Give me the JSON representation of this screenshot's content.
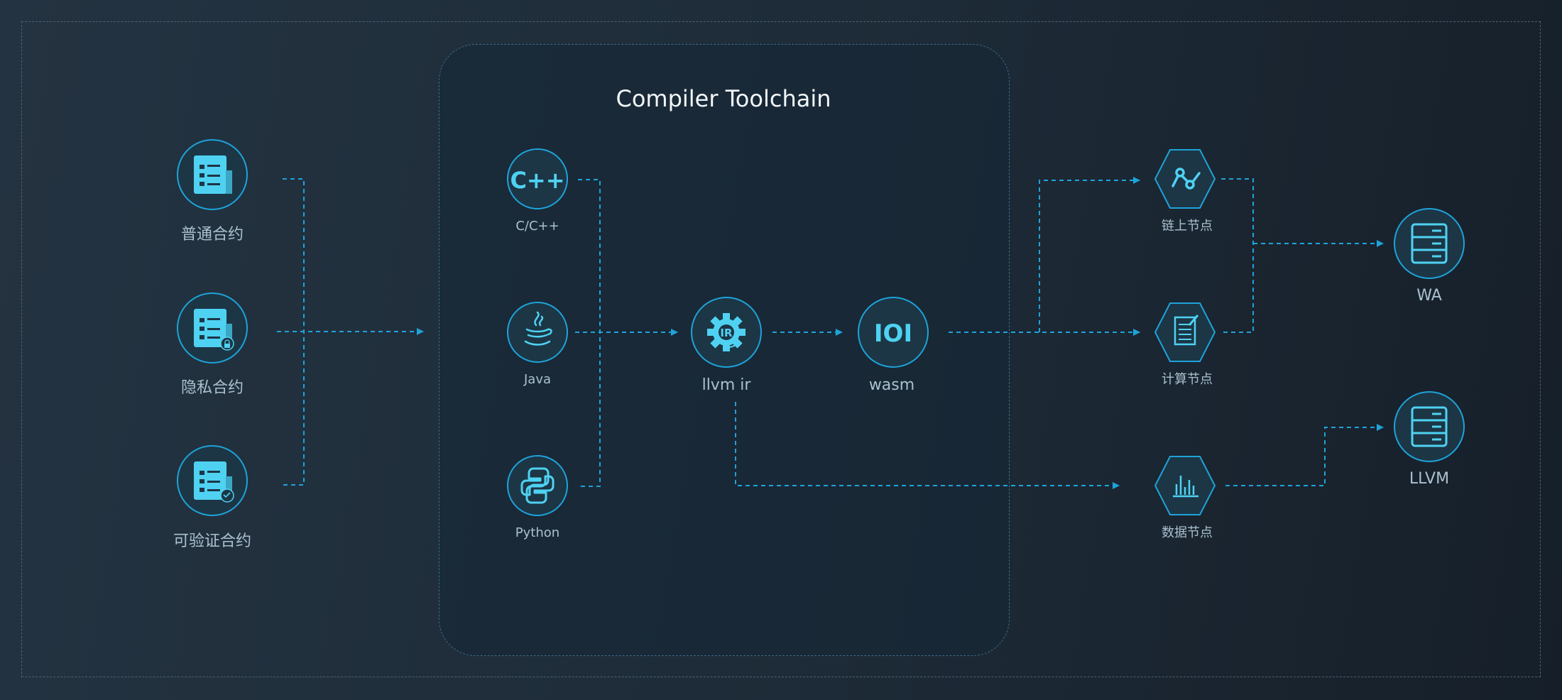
{
  "title": "Compiler Toolchain",
  "contracts": [
    {
      "label": "普通合约",
      "icon": "contract-icon"
    },
    {
      "label": "隐私合约",
      "icon": "private-contract-icon"
    },
    {
      "label": "可验证合约",
      "icon": "verifiable-contract-icon"
    }
  ],
  "languages": [
    {
      "label": "C/C++",
      "icon": "cpp-icon",
      "glyph": "C++"
    },
    {
      "label": "Java",
      "icon": "java-icon"
    },
    {
      "label": "Python",
      "icon": "python-icon"
    }
  ],
  "pipeline": [
    {
      "label": "llvm ir",
      "icon": "gear-ir-icon",
      "glyph": "IR"
    },
    {
      "label": "wasm",
      "icon": "binary-icon",
      "glyph": "IOI"
    }
  ],
  "nodes": [
    {
      "label": "链上节点",
      "icon": "chain-node-icon"
    },
    {
      "label": "计算节点",
      "icon": "compute-node-icon"
    },
    {
      "label": "数据节点",
      "icon": "data-node-icon"
    }
  ],
  "targets": [
    {
      "label": "WA",
      "icon": "server-icon"
    },
    {
      "label": "LLVM",
      "icon": "server-icon"
    }
  ],
  "colors": {
    "accent": "#1ea3d9",
    "icon_fill": "#4fd2f2",
    "circle_fill": "#1c3646",
    "text": "#a9c1cf",
    "title": "#f2f6f8"
  }
}
